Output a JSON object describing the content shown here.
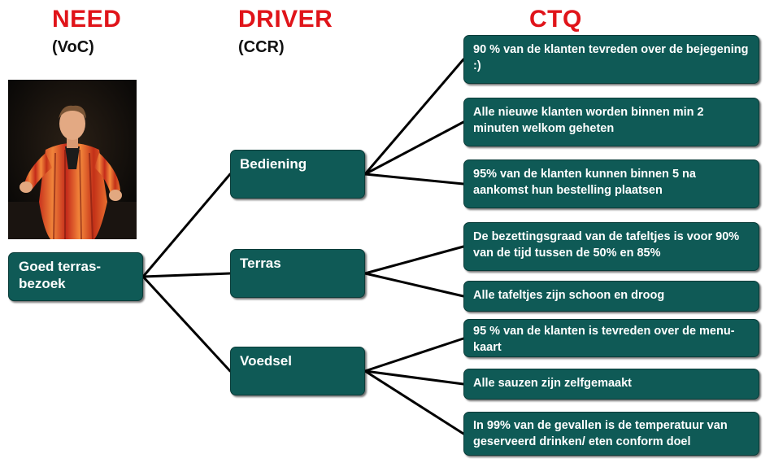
{
  "headers": {
    "need": {
      "title": "NEED",
      "sub": "(VoC)"
    },
    "driver": {
      "title": "DRIVER",
      "sub": "(CCR)"
    },
    "ctq": {
      "title": "CTQ"
    }
  },
  "need_box": {
    "label": "Goed terras-\nbezoek"
  },
  "drivers": [
    {
      "label": "Bediening",
      "ctqs": [
        "90 % van de klanten tevreden over de bejegening :)",
        "Alle nieuwe klanten worden binnen min 2 minuten welkom geheten",
        "95% van de klanten kunnen binnen 5 na aankomst hun bestelling plaatsen"
      ]
    },
    {
      "label": "Terras",
      "ctqs": [
        "De bezettingsgraad van de tafeltjes is voor 90% van de tijd tussen de 50% en 85%",
        "Alle tafeltjes zijn schoon en droog"
      ]
    },
    {
      "label": "Voedsel",
      "ctqs": [
        "95 % van de klanten is tevreden over de menu-kaart",
        "Alle sauzen zijn zelfgemaakt",
        "In 99% van de gevallen is de temperatuur van geserveerd drinken/ eten conform doel"
      ]
    }
  ],
  "colors": {
    "header": "#e0141a",
    "box_fill": "#0f5a56",
    "box_text": "#ffffff",
    "connector": "#000000"
  }
}
